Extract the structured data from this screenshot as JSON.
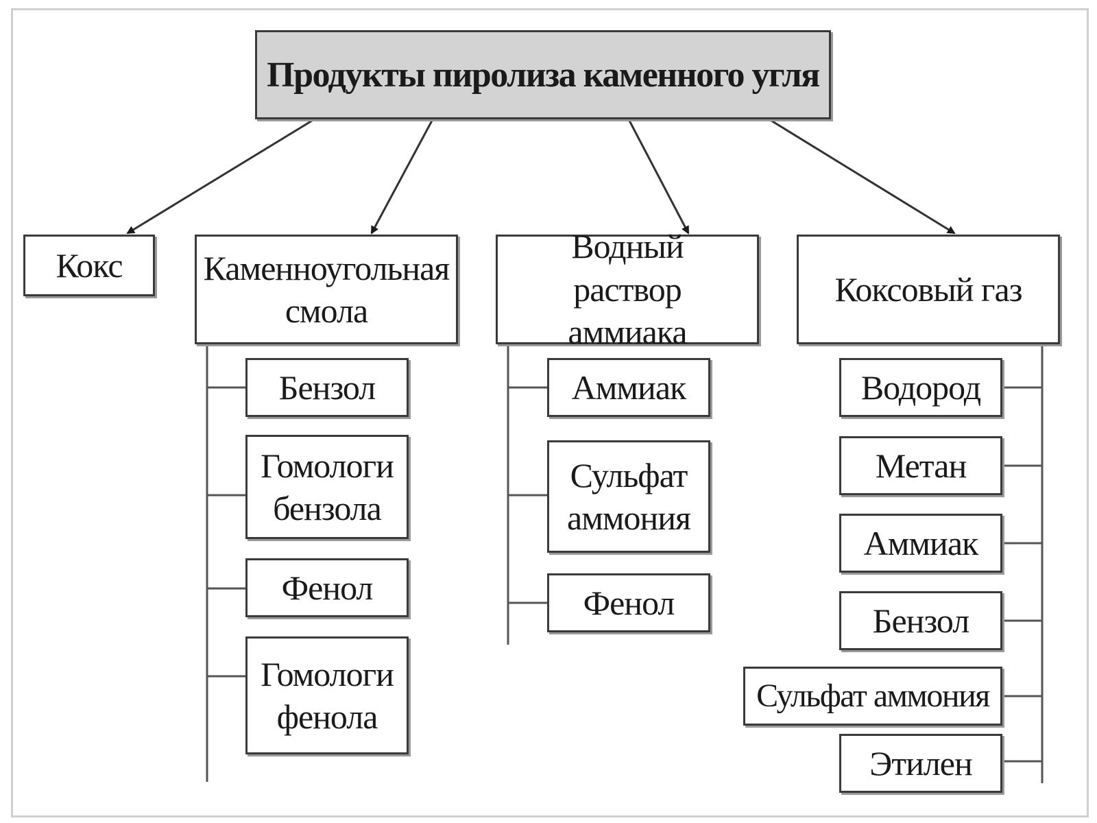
{
  "title": "Продукты пиролиза каменного угля",
  "branches": [
    {
      "label": "Кокс",
      "items": []
    },
    {
      "label": "Каменноугольная смола",
      "items": [
        "Бензол",
        "Гомологи бензола",
        "Фенол",
        "Гомологи фенола"
      ]
    },
    {
      "label": "Водный раствор аммиака",
      "items": [
        "Аммиак",
        "Сульфат аммония",
        "Фенол"
      ]
    },
    {
      "label": "Коксовый газ",
      "items": [
        "Водород",
        "Метан",
        "Аммиак",
        "Бензол",
        "Сульфат аммония",
        "Этилен"
      ]
    }
  ]
}
